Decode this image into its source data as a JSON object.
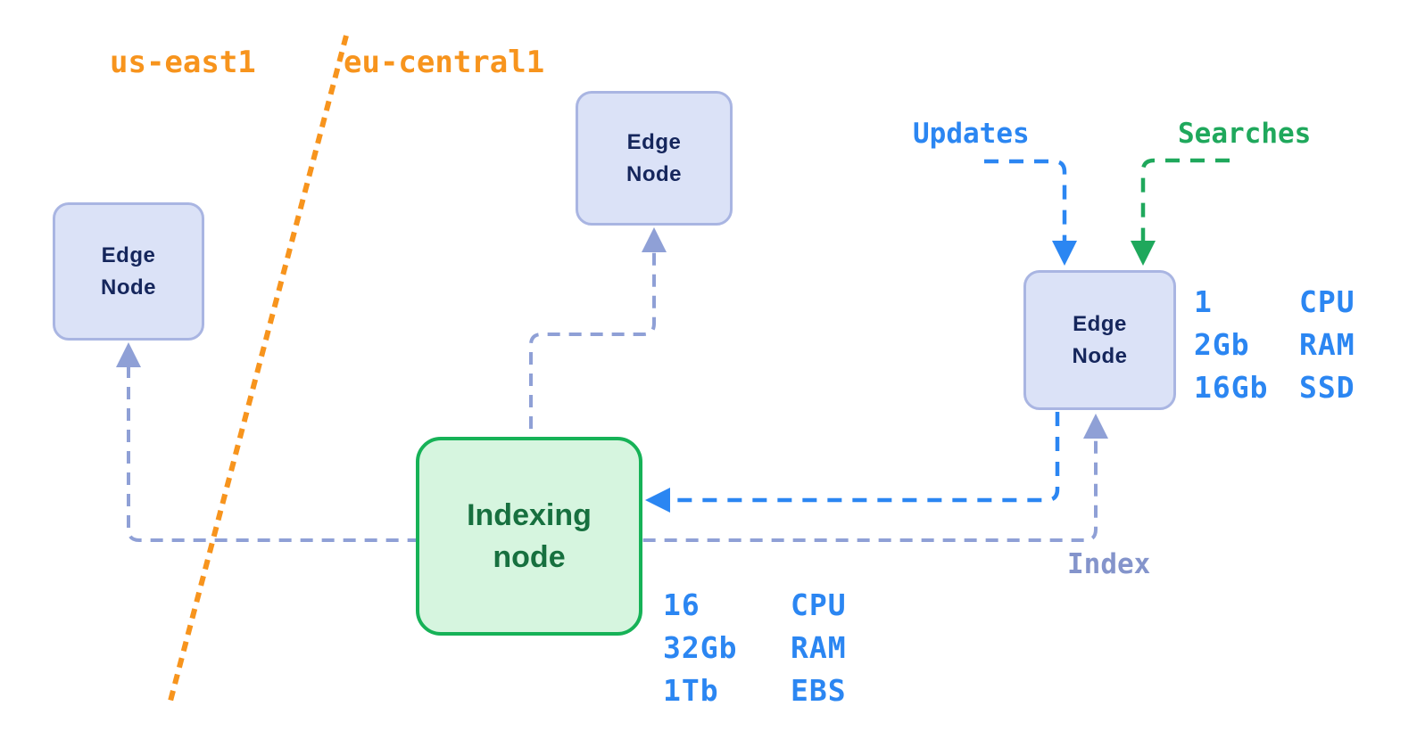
{
  "regions": {
    "left": "us-east1",
    "right": "eu-central1"
  },
  "nodes": {
    "edge": {
      "line1": "Edge",
      "line2": "Node"
    },
    "indexing": {
      "line1": "Indexing",
      "line2": "node"
    }
  },
  "flows": {
    "updates": "Updates",
    "searches": "Searches",
    "index": "Index"
  },
  "specs": {
    "edge": {
      "rows": [
        {
          "value": "1",
          "unit": "CPU"
        },
        {
          "value": "2Gb",
          "unit": "RAM"
        },
        {
          "value": "16Gb",
          "unit": "SSD"
        }
      ]
    },
    "indexing": {
      "rows": [
        {
          "value": "16",
          "unit": "CPU"
        },
        {
          "value": "32Gb",
          "unit": "RAM"
        },
        {
          "value": "1Tb",
          "unit": "EBS"
        }
      ]
    }
  },
  "colors": {
    "orange": "#F7941D",
    "blue": "#2B86F2",
    "green": "#1FA85C",
    "lavender": "#8FA0D6",
    "lavender_text": "#8494CB",
    "edge_fill": "#DBE2F7",
    "edge_border": "#A9B5E2",
    "edge_text": "#15265C",
    "indexing_fill": "#D6F5DF",
    "indexing_border": "#16B257",
    "indexing_text": "#17703F"
  }
}
